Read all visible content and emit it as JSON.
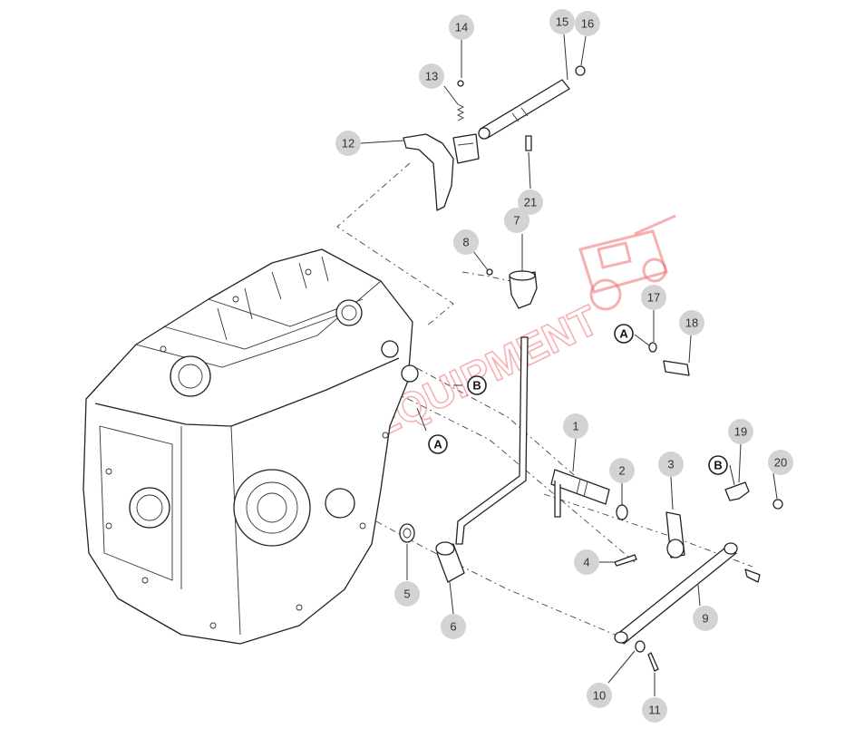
{
  "diagram": {
    "callouts": [
      {
        "id": "c1",
        "label": "1"
      },
      {
        "id": "c2",
        "label": "2"
      },
      {
        "id": "c3",
        "label": "3"
      },
      {
        "id": "c4",
        "label": "4"
      },
      {
        "id": "c5",
        "label": "5"
      },
      {
        "id": "c6",
        "label": "6"
      },
      {
        "id": "c7",
        "label": "7"
      },
      {
        "id": "c8",
        "label": "8"
      },
      {
        "id": "c9",
        "label": "9"
      },
      {
        "id": "c10",
        "label": "10"
      },
      {
        "id": "c11",
        "label": "11"
      },
      {
        "id": "c12",
        "label": "12"
      },
      {
        "id": "c13",
        "label": "13"
      },
      {
        "id": "c14",
        "label": "14"
      },
      {
        "id": "c15",
        "label": "15"
      },
      {
        "id": "c16",
        "label": "16"
      },
      {
        "id": "c17",
        "label": "17"
      },
      {
        "id": "c18",
        "label": "18"
      },
      {
        "id": "c19",
        "label": "19"
      },
      {
        "id": "c20",
        "label": "20"
      },
      {
        "id": "c21",
        "label": "21"
      }
    ],
    "reference_marks": [
      {
        "id": "refA1",
        "label": "A"
      },
      {
        "id": "refA2",
        "label": "A"
      },
      {
        "id": "refB1",
        "label": "B"
      },
      {
        "id": "refB2",
        "label": "B"
      }
    ],
    "watermark": {
      "text": "COMPACT EQUIPMENT",
      "color": "#f07070"
    }
  }
}
